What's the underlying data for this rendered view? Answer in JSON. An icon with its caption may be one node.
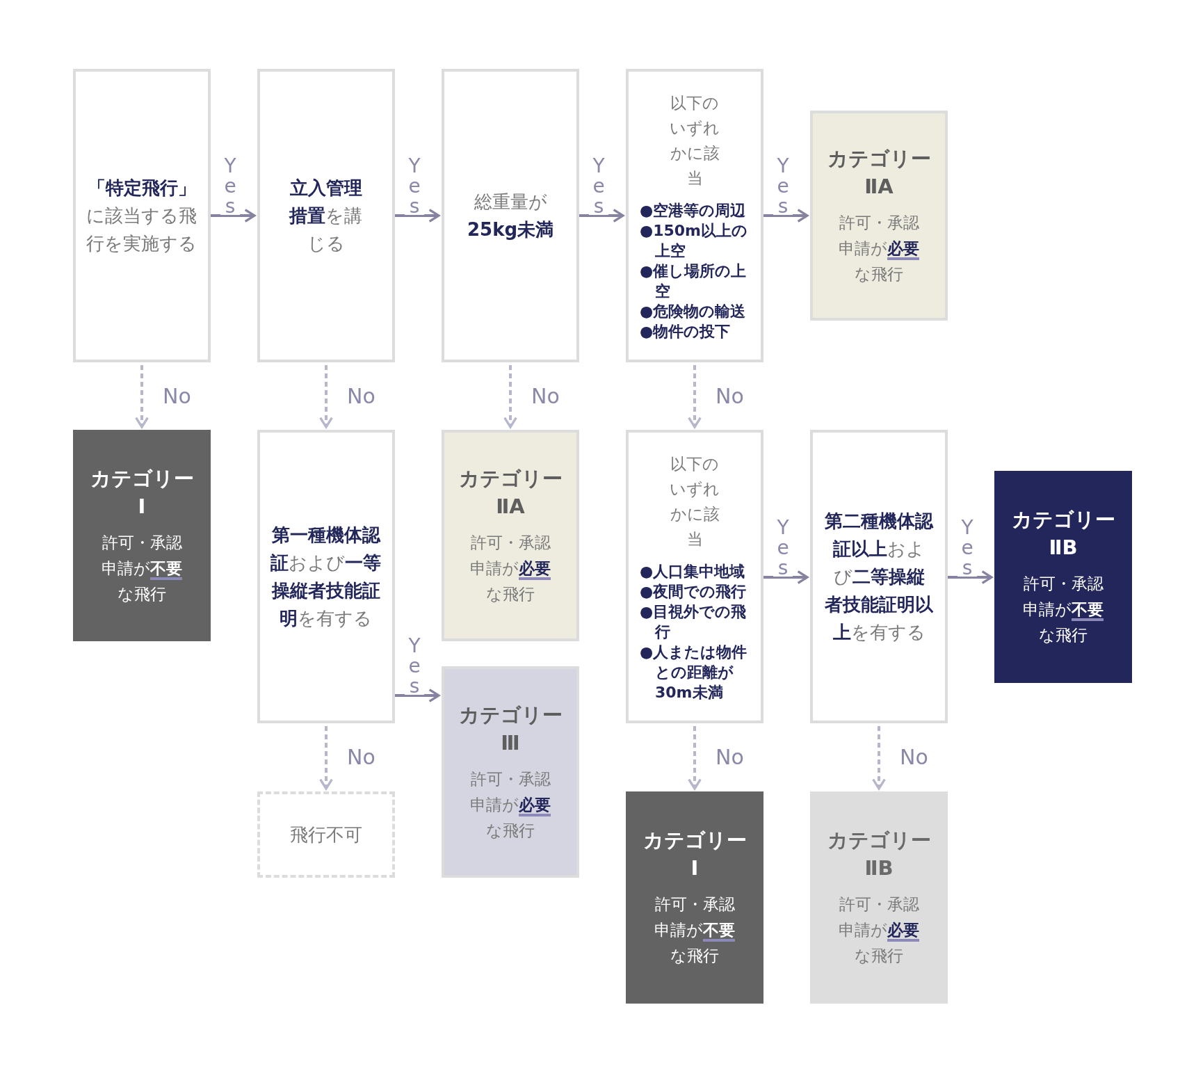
{
  "diagram": {
    "nodes": [
      {
        "text": [
          "**「特定飛行」**に該当する飛行を実施する"
        ]
      },
      {
        "text": [
          "**立入管理措置**を講じる"
        ]
      },
      {
        "text": [
          "総重量が**25kg未満**"
        ]
      },
      {
        "text": [
          "以下のいずれかに該当",
          "●空港等の周辺",
          "●150m以上の上空",
          "●催し場所の上空",
          "●危険物の輸送",
          "●物件の投下"
        ]
      },
      {
        "text": [
          "カテゴリーⅡA",
          "許可・承認申請が**必要**な飛行"
        ]
      },
      {
        "text": [
          "カテゴリーⅠ",
          "許可・承認申請が**不要**な飛行"
        ]
      },
      {
        "text": [
          "**第一種機体認証**および**一等操縦者技能証明**を有する"
        ]
      },
      {
        "text": [
          "カテゴリーⅡA",
          "許可・承認申請が**必要**な飛行"
        ]
      },
      {
        "text": [
          "以下のいずれかに該当",
          "●人口集中地域",
          "●夜間での飛行",
          "●目視外での飛行",
          "●人または物件との距離が30m未満"
        ]
      },
      {
        "text": [
          "**第二種機体認証以上**および**二等操縦者技能証明以上**を有する"
        ]
      },
      {
        "text": [
          "カテゴリーⅡB",
          "許可・承認申請が**不要**な飛行"
        ]
      },
      {
        "text": [
          "カテゴリーⅢ",
          "許可・承認申請が**必要**な飛行"
        ]
      },
      {
        "text": [
          "飛行不可"
        ]
      },
      {
        "text": [
          "カテゴリーⅠ",
          "許可・承認申請が**不要**な飛行"
        ]
      },
      {
        "text": [
          "カテゴリーⅡB",
          "許可・承認申請が**必要**な飛行"
        ]
      }
    ],
    "edges": [
      {
        "from": 0,
        "to": 1,
        "arrow": "to",
        "label": "Yes"
      },
      {
        "from": 1,
        "to": 2,
        "arrow": "to",
        "label": "Yes"
      },
      {
        "from": 2,
        "to": 3,
        "arrow": "to",
        "label": "Yes"
      },
      {
        "from": 3,
        "to": 4,
        "arrow": "to",
        "label": "Yes"
      },
      {
        "from": 0,
        "to": 5,
        "arrow": "to",
        "label": "No",
        "style": "dashed",
        "color": "#b6b6cc"
      },
      {
        "from": 1,
        "to": 6,
        "arrow": "to",
        "label": "No",
        "style": "dashed",
        "color": "#b6b6cc"
      },
      {
        "from": 2,
        "to": 7,
        "arrow": "to",
        "label": "No",
        "style": "dashed",
        "color": "#b6b6cc"
      },
      {
        "from": 3,
        "to": 8,
        "arrow": "to",
        "label": "No",
        "style": "dashed",
        "color": "#b6b6cc"
      },
      {
        "from": 6,
        "to": 11,
        "arrow": "to",
        "label": "Yes"
      },
      {
        "from": 6,
        "to": 12,
        "arrow": "to",
        "label": "No",
        "style": "dashed",
        "color": "#b6b6cc"
      },
      {
        "from": 8,
        "to": 9,
        "arrow": "to",
        "label": "Yes"
      },
      {
        "from": 9,
        "to": 10,
        "arrow": "to",
        "label": "Yes"
      },
      {
        "from": 8,
        "to": 13,
        "arrow": "to",
        "label": "No",
        "style": "dashed",
        "color": "#b6b6cc"
      },
      {
        "from": 9,
        "to": 14,
        "arrow": "to",
        "label": "No",
        "style": "dashed",
        "color": "#b6b6cc"
      }
    ]
  }
}
